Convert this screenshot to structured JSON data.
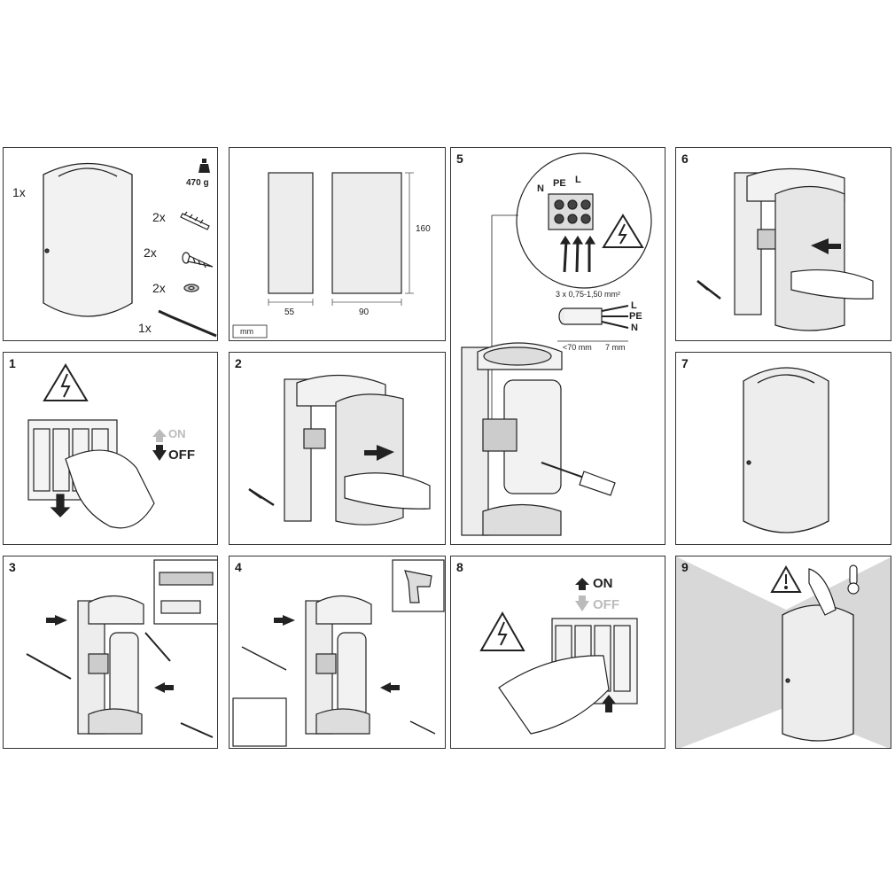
{
  "colors": {
    "line": "#222222",
    "fixture": "#ececec",
    "grey_bg": "#d3d3d3",
    "off_grey": "#bbbbbb"
  },
  "panel_labels": [
    "1",
    "2",
    "3",
    "4",
    "5",
    "6",
    "7",
    "8",
    "9"
  ],
  "parts": {
    "qty_lamp": "1x",
    "qty_dowel": "2x",
    "qty_screw": "2x",
    "qty_washer": "2x",
    "qty_key": "1x",
    "weight": "470 g"
  },
  "dimensions": {
    "height": "160",
    "width_narrow": "55",
    "width_wide": "90",
    "unit": "mm"
  },
  "wiring": {
    "terminals": [
      "N",
      "PE",
      "L"
    ],
    "cable_spec": "3 x 0,75-1,50 mm²",
    "wires": [
      "L",
      "PE",
      "N"
    ],
    "strip_outer": "<70 mm",
    "strip_inner": "7 mm"
  },
  "switch": {
    "on": "ON",
    "off": "OFF",
    "breaker_on": "ON",
    "breaker_off": "OFF"
  },
  "icons": [
    "weight-icon",
    "warning-electric-icon",
    "warning-icon",
    "thermometer-icon",
    "drill-icon",
    "screwdriver-icon",
    "allen-key-icon",
    "hand-icon",
    "arrow-icon"
  ]
}
